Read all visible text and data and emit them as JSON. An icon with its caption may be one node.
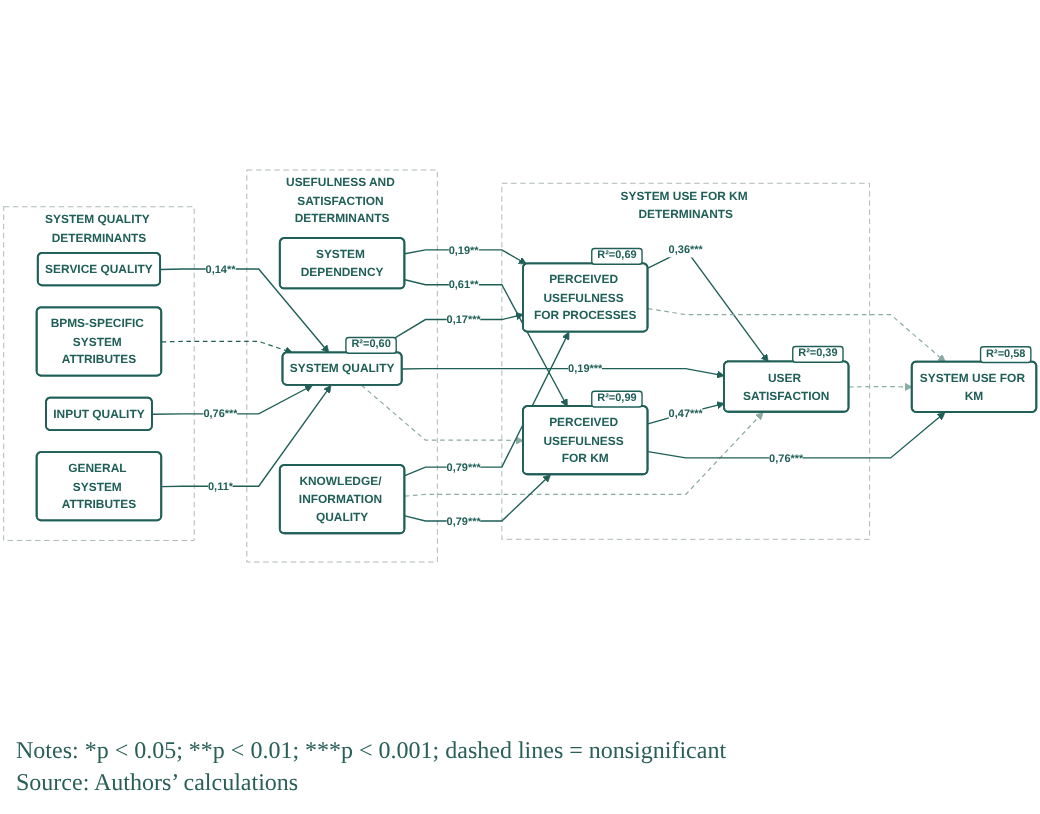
{
  "diagram": {
    "nodes": [
      {
        "text": [
          "SYSTEM QUALITY DETERMINANTS"
        ]
      },
      {
        "text": [
          "SERVICE QUALITY"
        ],
        "in": 0
      },
      {
        "text": [
          "BPMS-SPECIFIC SYSTEM ATTRIBUTES"
        ],
        "in": 0
      },
      {
        "text": [
          "INPUT QUALITY"
        ],
        "in": 0
      },
      {
        "text": [
          "GENERAL SYSTEM ATTRIBUTES"
        ],
        "in": 0
      },
      {
        "text": [
          "USEFULNESS AND SATISFACTION DETERMINANTS"
        ]
      },
      {
        "text": [
          "SYSTEM DEPENDENCY"
        ],
        "in": 5
      },
      {
        "text": [
          "SYSTEM QUALITY"
        ],
        "in": 5,
        "beside": [
          "R²=0,60"
        ]
      },
      {
        "text": [
          "KNOWLEDGE/ INFORMATION QUALITY"
        ],
        "in": 5
      },
      {
        "text": [
          "SYSTEM USE FOR KM DETERMINANTS"
        ]
      },
      {
        "text": [
          "PERCEIVED USEFULNESS FOR PROCESSES"
        ],
        "in": 9,
        "beside": [
          "R²=0,69"
        ]
      },
      {
        "text": [
          "USER SATISFACTION"
        ],
        "in": 9,
        "beside": [
          "R²=0,39"
        ]
      },
      {
        "text": [
          "PERCEIVED USEFULNESS FOR KM"
        ],
        "in": 9,
        "beside": [
          "R²=0,99"
        ]
      },
      {
        "text": [
          "SYSTEM USE FOR KM"
        ],
        "beside": [
          "R²=0,58"
        ]
      }
    ],
    "edges": [
      {
        "from": 1,
        "to": 7,
        "arrow": "to",
        "label": "0,14**"
      },
      {
        "from": 2,
        "to": 7,
        "arrow": "to",
        "style": "dashed"
      },
      {
        "from": 3,
        "to": 7,
        "arrow": "to",
        "label": "0,76***"
      },
      {
        "from": 4,
        "to": 7,
        "arrow": "to",
        "label": "0,11*"
      },
      {
        "from": 6,
        "to": 10,
        "arrow": "to",
        "label": "0,19**"
      },
      {
        "from": 6,
        "to": 12,
        "arrow": "to",
        "label": "0,61**"
      },
      {
        "from": 7,
        "to": 10,
        "arrow": "to",
        "label": "0,17***"
      },
      {
        "from": 7,
        "to": 11,
        "arrow": "to",
        "label": "0,19***"
      },
      {
        "from": 7,
        "to": 12,
        "arrow": "to",
        "style": "dashed",
        "color": "#8aaaa4"
      },
      {
        "from": 8,
        "to": 10,
        "arrow": "to",
        "label": "0,79***"
      },
      {
        "from": 8,
        "to": 11,
        "arrow": "to",
        "style": "dashed",
        "color": "#8aaaa4"
      },
      {
        "from": 8,
        "to": 12,
        "arrow": "to",
        "label": "0,79***"
      },
      {
        "from": 10,
        "to": 11,
        "arrow": "to",
        "label": "0,36***"
      },
      {
        "from": 10,
        "to": 13,
        "arrow": "to",
        "style": "dashed",
        "color": "#8aaaa4"
      },
      {
        "from": 11,
        "to": 13,
        "arrow": "to",
        "style": "dashed",
        "color": "#8aaaa4"
      },
      {
        "from": 12,
        "to": 11,
        "arrow": "to",
        "label": "0,47***"
      },
      {
        "from": 12,
        "to": 13,
        "arrow": "to",
        "label": "0,76***"
      }
    ],
    "labels": [
      "Notes: *p < 0.05; **p < 0.01; ***p < 0.001; dashed lines = nonsignificant",
      "Source: Authors’ calculations"
    ]
  }
}
